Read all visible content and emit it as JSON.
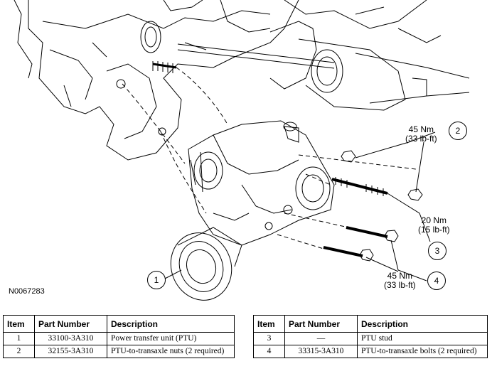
{
  "figure": {
    "id_label": "N0067283",
    "callouts": {
      "c1": {
        "number": "1"
      },
      "c2": {
        "number": "2",
        "torque_nm": "45 Nm",
        "torque_lbft": "(33 lb-ft)"
      },
      "c3": {
        "number": "3",
        "torque_nm": "20 Nm",
        "torque_lbft": "(15 lb-ft)"
      },
      "c4": {
        "number": "4",
        "torque_nm": "45 Nm",
        "torque_lbft": "(33 lb-ft)"
      }
    }
  },
  "table": {
    "headers": {
      "item": "Item",
      "part_number": "Part Number",
      "description": "Description"
    },
    "left_rows": [
      {
        "item": "1",
        "part_number": "33100-3A310",
        "description": "Power transfer unit (PTU)"
      },
      {
        "item": "2",
        "part_number": "32155-3A310",
        "description": "PTU-to-transaxle nuts (2 required)"
      }
    ],
    "right_rows": [
      {
        "item": "3",
        "part_number": "—",
        "description": "PTU stud"
      },
      {
        "item": "4",
        "part_number": "33315-3A310",
        "description": "PTU-to-transaxle bolts (2 required)"
      }
    ]
  }
}
